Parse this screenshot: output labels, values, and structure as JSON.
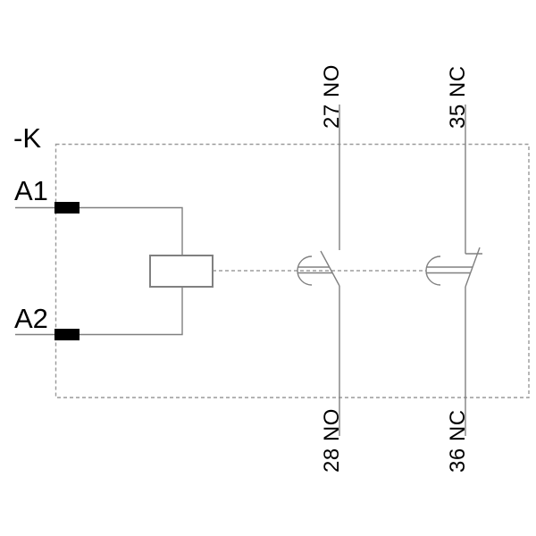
{
  "schematic": {
    "device_label": "-K",
    "coil": {
      "terminal_top": "A1",
      "terminal_bottom": "A2"
    },
    "contacts": [
      {
        "type": "NO",
        "terminal_top": "27",
        "terminal_bottom": "28",
        "label_top": "27 NO",
        "label_bottom": "28 NO"
      },
      {
        "type": "NC",
        "terminal_top": "35",
        "terminal_bottom": "36",
        "label_top": "35 NC",
        "label_bottom": "36 NC"
      }
    ],
    "colors": {
      "background": "#ffffff",
      "line": "#808080",
      "boundary_dash": "#9a9a9a",
      "mechanical_link_dash": "#8a8a8a",
      "text": "#000000",
      "terminal_block": "#000000"
    }
  }
}
